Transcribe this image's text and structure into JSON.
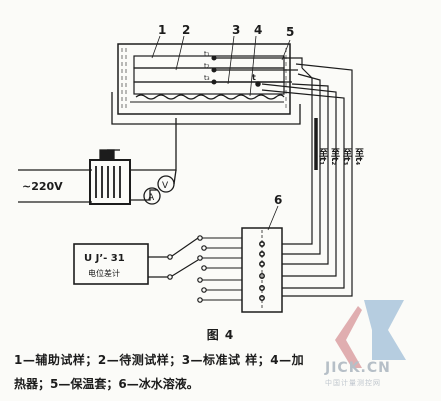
{
  "labels": {
    "part1": "1",
    "part2": "2",
    "part3": "3",
    "part4": "4",
    "part5": "5",
    "part6": "6",
    "t1": "t₁",
    "t2": "t₂",
    "t3": "t₃",
    "tb": "t",
    "voltage": "~220V",
    "voltmeter": "V",
    "ammeter": "A",
    "to_t1": "至t₁",
    "to_t2": "至t₂",
    "to_t3": "至t₃",
    "to_t4": "至t₄",
    "instrument_model": "U J’- 31",
    "instrument_name": "电位差计"
  },
  "caption": "图 4",
  "legend": {
    "line1": "1—辅助试样；2—待测试样；3—标准试 样；4—加",
    "line2": "热器；5—保温套；6—冰水溶液。"
  },
  "watermark": {
    "text": "JICK.CN",
    "sub": "中国计量测控网"
  },
  "colors": {
    "ink": "#1c1c1c",
    "watermark_red": "#e0aeb0",
    "watermark_blue": "#a9c4dc"
  }
}
